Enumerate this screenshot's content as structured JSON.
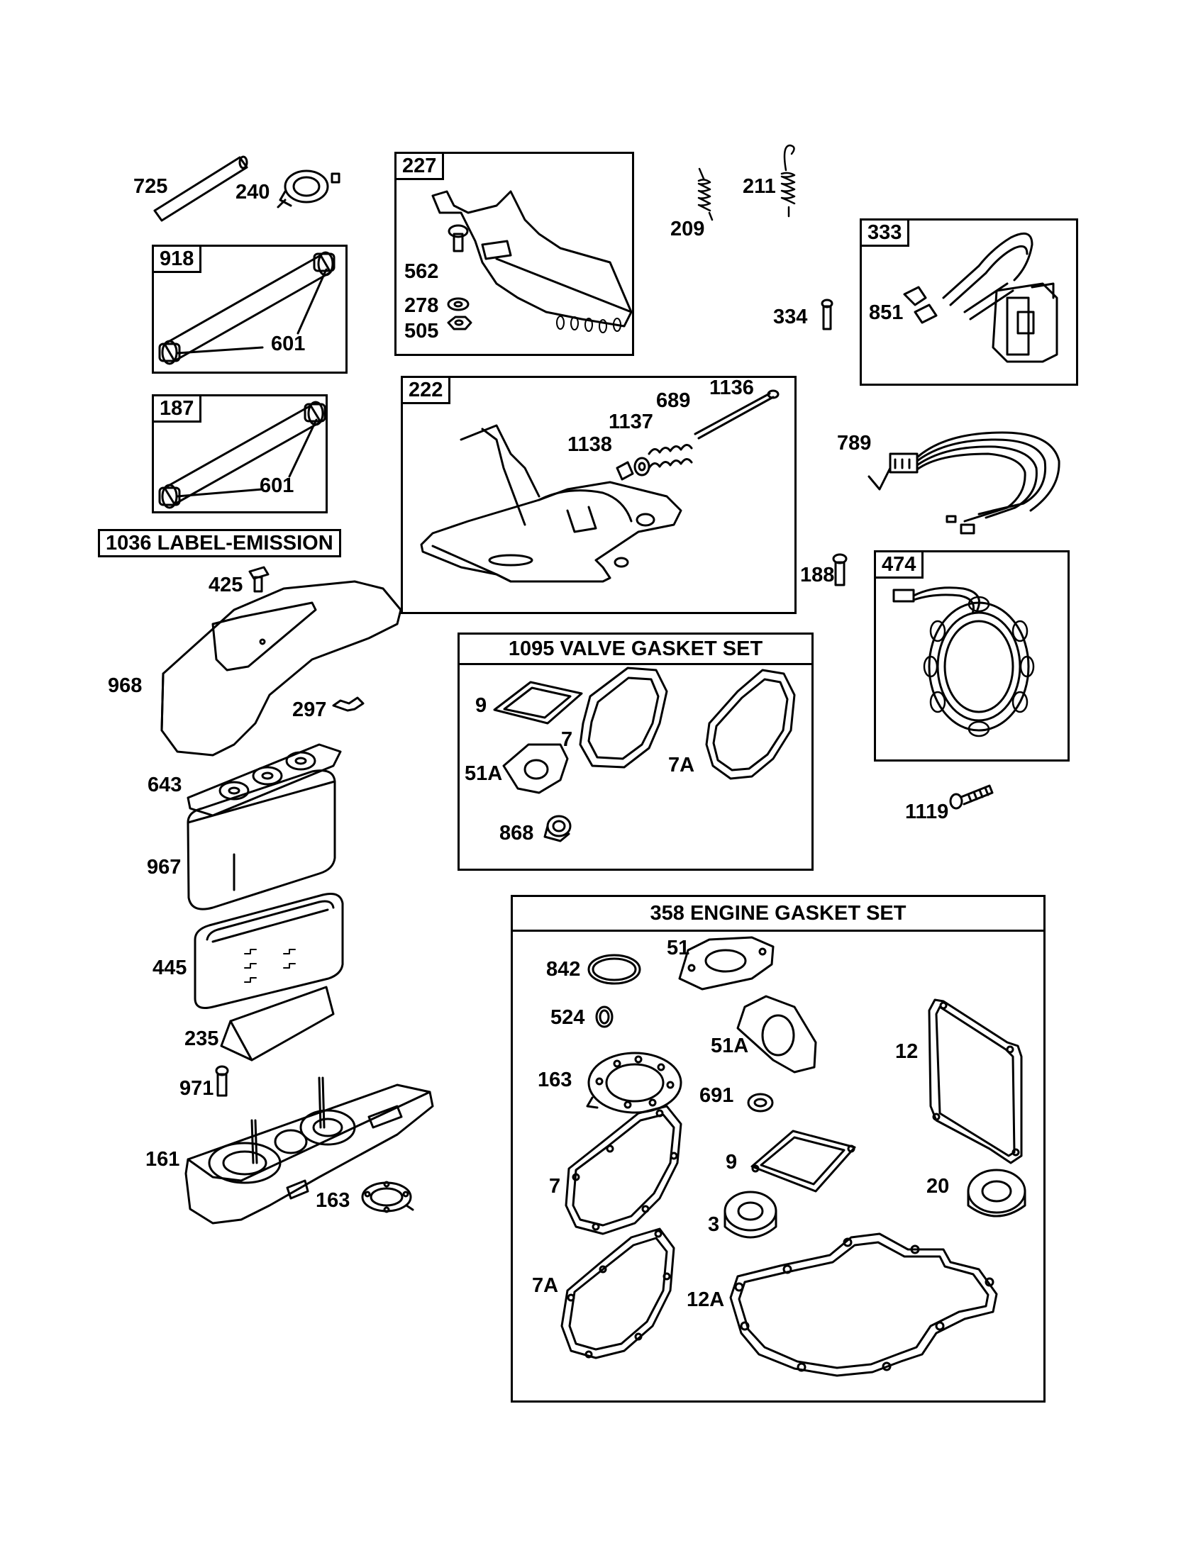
{
  "labels": {
    "p725": "725",
    "p240": "240",
    "p227": "227",
    "p562": "562",
    "p278": "278",
    "p505": "505",
    "p209": "209",
    "p211": "211",
    "p333": "333",
    "p334": "334",
    "p851": "851",
    "p918": "918",
    "p601a": "601",
    "p187": "187",
    "p601b": "601",
    "p222": "222",
    "p1136": "1136",
    "p689": "689",
    "p1137": "1137",
    "p1138": "1138",
    "p789": "789",
    "p188": "188",
    "p474": "474",
    "p1119": "1119",
    "p425": "425",
    "p968": "968",
    "p297": "297",
    "p643": "643",
    "p967": "967",
    "p445": "445",
    "p235": "235",
    "p971": "971",
    "p161": "161",
    "p163a": "163",
    "v9": "9",
    "v7": "7",
    "v7A": "7A",
    "v51A": "51A",
    "v868": "868",
    "e842": "842",
    "e51": "51",
    "e524": "524",
    "e51A": "51A",
    "e163": "163",
    "e691": "691",
    "e12": "12",
    "e9": "9",
    "e20": "20",
    "e7": "7",
    "e3": "3",
    "e7A": "7A",
    "e12A": "12A"
  },
  "titles": {
    "emission": "1036 LABEL-EMISSION",
    "valve_set": "1095 VALVE GASKET SET",
    "engine_set": "358 ENGINE GASKET SET"
  }
}
